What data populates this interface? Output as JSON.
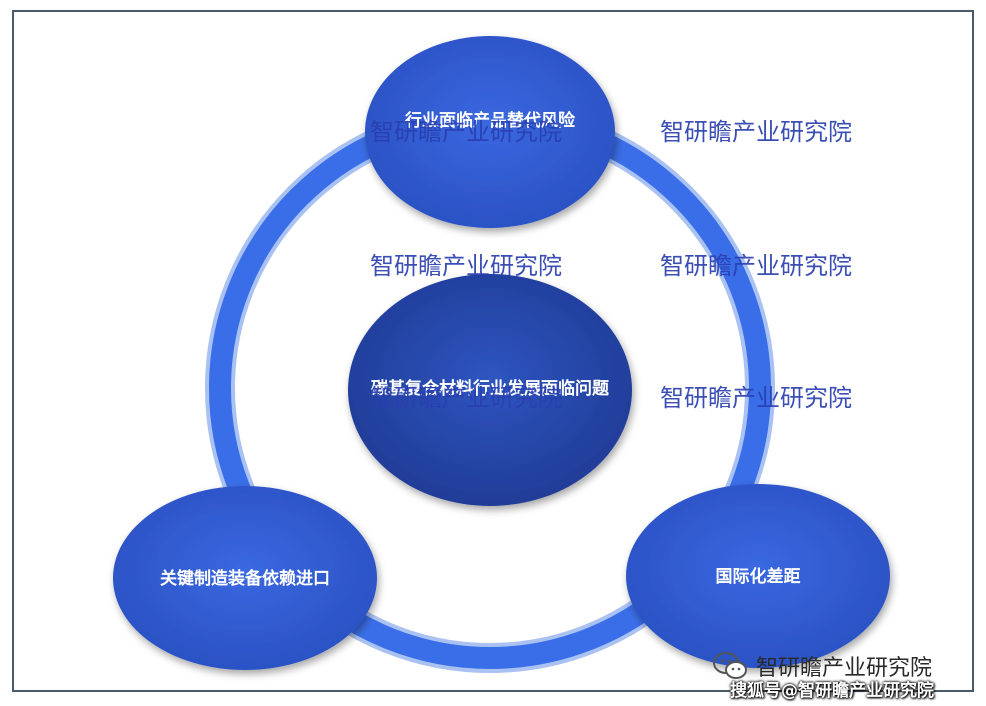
{
  "diagram": {
    "center": {
      "label": "碳基复合材料行业发展面临问题"
    },
    "nodes": [
      {
        "label": "行业面临产品替代风险"
      },
      {
        "label": "关键制造装备依赖进口"
      },
      {
        "label": "国际化差距"
      }
    ]
  },
  "watermarks": [
    "智研瞻产业研究院",
    "智研瞻产业研究院",
    "智研瞻产业研究院",
    "智研瞻产业研究院",
    "智研瞻产业研究院",
    "智研瞻产业研究院"
  ],
  "footer": {
    "brand": "智研瞻产业研究院",
    "source": "搜狐号@智研瞻产业研究院",
    "brand_icon": "wechat-icon"
  },
  "colors": {
    "ring": "#3a6ee8",
    "node_fill": "#2f5bd3",
    "center_fill": "#2746a8",
    "watermark": "#2a3fb0",
    "frame": "#4a5a6a"
  }
}
